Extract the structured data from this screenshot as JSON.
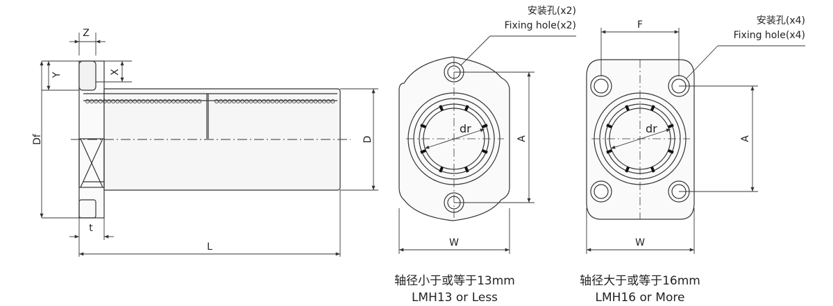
{
  "dimensions": {
    "Z": "Z",
    "Y": "Y",
    "X": "X",
    "Df": "Df",
    "D": "D",
    "t": "t",
    "L": "L",
    "A": "A",
    "W": "W",
    "F": "F",
    "dr": "dr"
  },
  "fixing_hole_x2": {
    "cn": "安装孔(x2)",
    "en": "Fixing hole(x2)"
  },
  "fixing_hole_x4": {
    "cn": "安装孔(x4)",
    "en": "Fixing hole(x4)"
  },
  "caption_small": {
    "cn": "轴径小于或等于13mm",
    "en": "LMH13 or Less"
  },
  "caption_large": {
    "cn": "轴径大于或等于16mm",
    "en": "LMH16 or More"
  },
  "colors": {
    "line": "#333333",
    "fill": "#f4f4f4",
    "ball": "#555555"
  }
}
